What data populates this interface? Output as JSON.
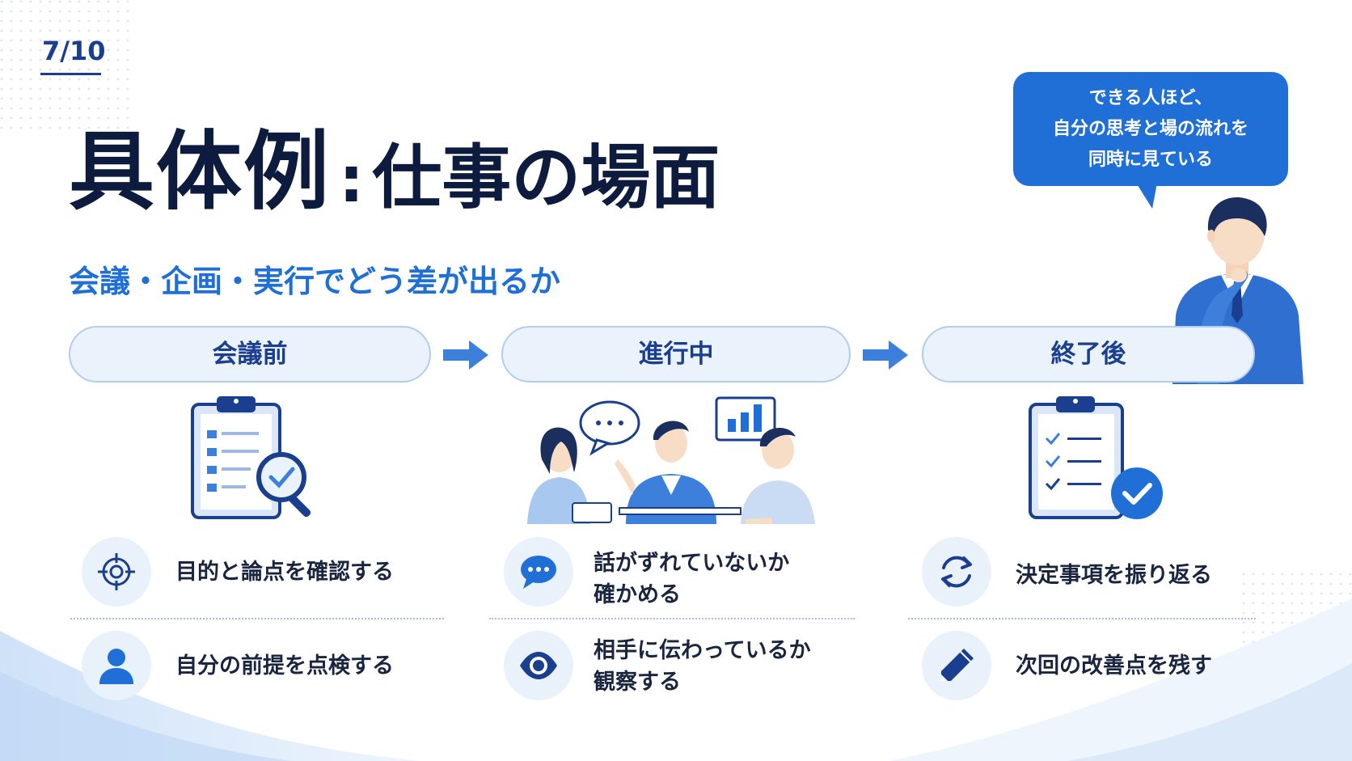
{
  "slide": {
    "page_number": "7/10",
    "title_main": "具体例",
    "title_separator": ":",
    "title_rest": "仕事の場面",
    "subtitle": "会議・企画・実行でどう差が出るか",
    "speech_bubble": {
      "lines": [
        "できる人ほど、",
        "自分の思考と場の流れを",
        "同時に見ている"
      ]
    }
  },
  "phases": [
    {
      "label": "会議前",
      "illustration": "clipboard-magnifier-icon",
      "items": [
        {
          "icon": "target-icon",
          "text_lines": [
            "目的と論点を確認する"
          ]
        },
        {
          "icon": "user-icon",
          "text_lines": [
            "自分の前提を点検する"
          ]
        }
      ]
    },
    {
      "label": "進行中",
      "illustration": "meeting-people-icon",
      "items": [
        {
          "icon": "chat-bubble-icon",
          "text_lines": [
            "話がずれていないか",
            "確かめる"
          ]
        },
        {
          "icon": "eye-icon",
          "text_lines": [
            "相手に伝わっているか",
            "観察する"
          ]
        }
      ]
    },
    {
      "label": "終了後",
      "illustration": "clipboard-check-icon",
      "items": [
        {
          "icon": "refresh-icon",
          "text_lines": [
            "決定事項を振り返る"
          ]
        },
        {
          "icon": "pencil-icon",
          "text_lines": [
            "次回の改善点を残す"
          ]
        }
      ]
    }
  ],
  "colors": {
    "accent": "#1f6fd6",
    "navy": "#1b3f8f",
    "title": "#0d1b3e",
    "pill_bg": "#eaf2fc",
    "circle_bg": "#e9f1fb"
  }
}
